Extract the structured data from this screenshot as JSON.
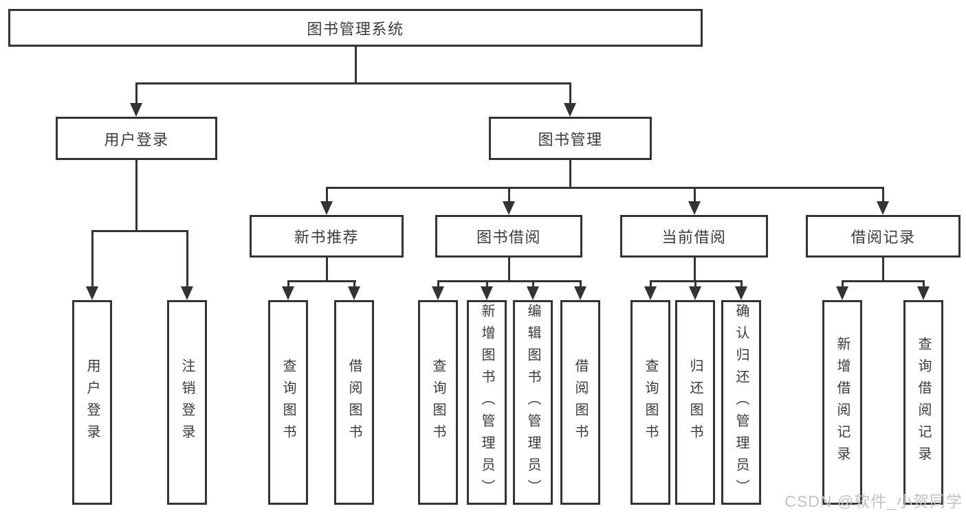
{
  "tree": {
    "root": "图书管理系统",
    "login": {
      "label": "用户登录",
      "children": [
        "用户登录",
        "注销登录"
      ]
    },
    "mgmt": {
      "label": "图书管理",
      "sections": [
        {
          "label": "新书推荐",
          "children": [
            "查询图书",
            "借阅图书"
          ]
        },
        {
          "label": "图书借阅",
          "children": [
            "查询图书",
            "新增图书（管理员）",
            "编辑图书（管理员）",
            "借阅图书"
          ]
        },
        {
          "label": "当前借阅",
          "children": [
            "查询图书",
            "归还图书",
            "确认归还（管理员）"
          ]
        },
        {
          "label": "借阅记录",
          "children": [
            "新增借阅记录",
            "查询借阅记录"
          ]
        }
      ]
    }
  },
  "watermark": "CSDN @软件_小贺同学",
  "colors": {
    "line": "#333333",
    "text": "#3b3b3b",
    "background": "#ffffff",
    "watermark": "#c3c3c3"
  }
}
